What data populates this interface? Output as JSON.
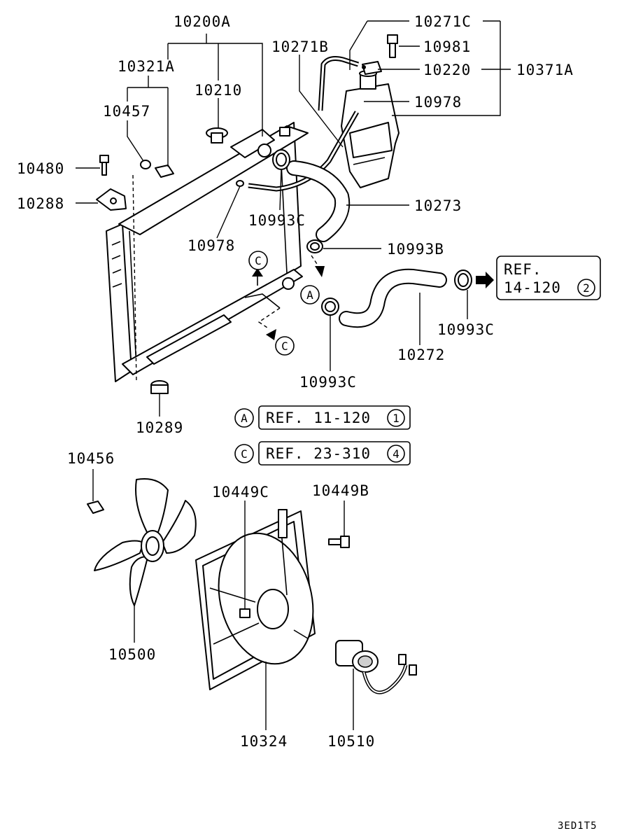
{
  "parts": {
    "p10200A": "10200A",
    "p10321A": "10321A",
    "p10210": "10210",
    "p10457": "10457",
    "p10480": "10480",
    "p10288": "10288",
    "p10978_a": "10978",
    "p10993C_a": "10993C",
    "p10271B": "10271B",
    "p10271C": "10271C",
    "p10981": "10981",
    "p10220": "10220",
    "p10371A": "10371A",
    "p10978_b": "10978",
    "p10273": "10273",
    "p10993B": "10993B",
    "p10993C_b": "10993C",
    "p10272": "10272",
    "p10993C_c": "10993C",
    "p10289": "10289",
    "p10456": "10456",
    "p10449C": "10449C",
    "p10449B": "10449B",
    "p10500": "10500",
    "p10324": "10324",
    "p10510": "10510"
  },
  "refs": {
    "ref_a_marker": "A",
    "ref_a_text": "REF. 11-120",
    "ref_a_num": "1",
    "ref_c_marker": "C",
    "ref_c_text": "REF. 23-310",
    "ref_c_num": "4",
    "ref_box_line1": "REF.",
    "ref_box_line2": "14-120",
    "ref_box_num": "2"
  },
  "markers": {
    "c_top": "C",
    "c_bottom": "C",
    "a_hose": "A"
  },
  "diagram_code": "3ED1T5"
}
